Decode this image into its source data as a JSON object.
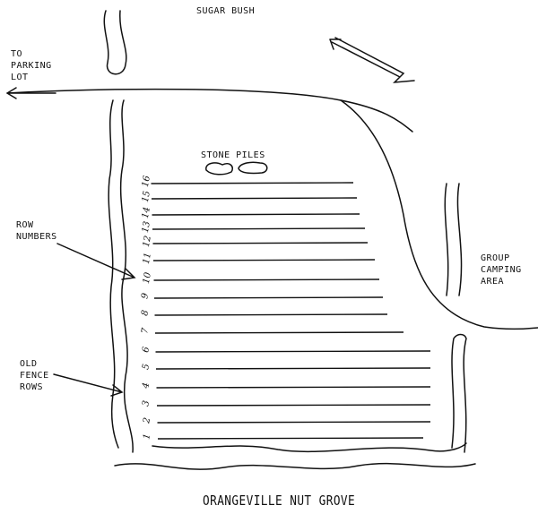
{
  "title": "ORANGEVILLE NUT GROVE",
  "labels": {
    "sugar_bush": "SUGAR BUSH",
    "to_parking_lot": "TO\nPARKING\nLOT",
    "stone_piles": "STONE PILES",
    "row_numbers": "ROW\nNUMBERS",
    "group_camping_area": "GROUP\nCAMPING\nAREA",
    "old_fence_rows": "OLD\nFENCE\nROWS"
  },
  "rows": [
    "1",
    "2",
    "3",
    "4",
    "5",
    "6",
    "7",
    "8",
    "9",
    "10",
    "11",
    "12",
    "13",
    "14",
    "15",
    "16"
  ],
  "icons": {
    "north_arrow": "north-arrow-icon",
    "parking_arrow": "arrow-left-icon"
  }
}
